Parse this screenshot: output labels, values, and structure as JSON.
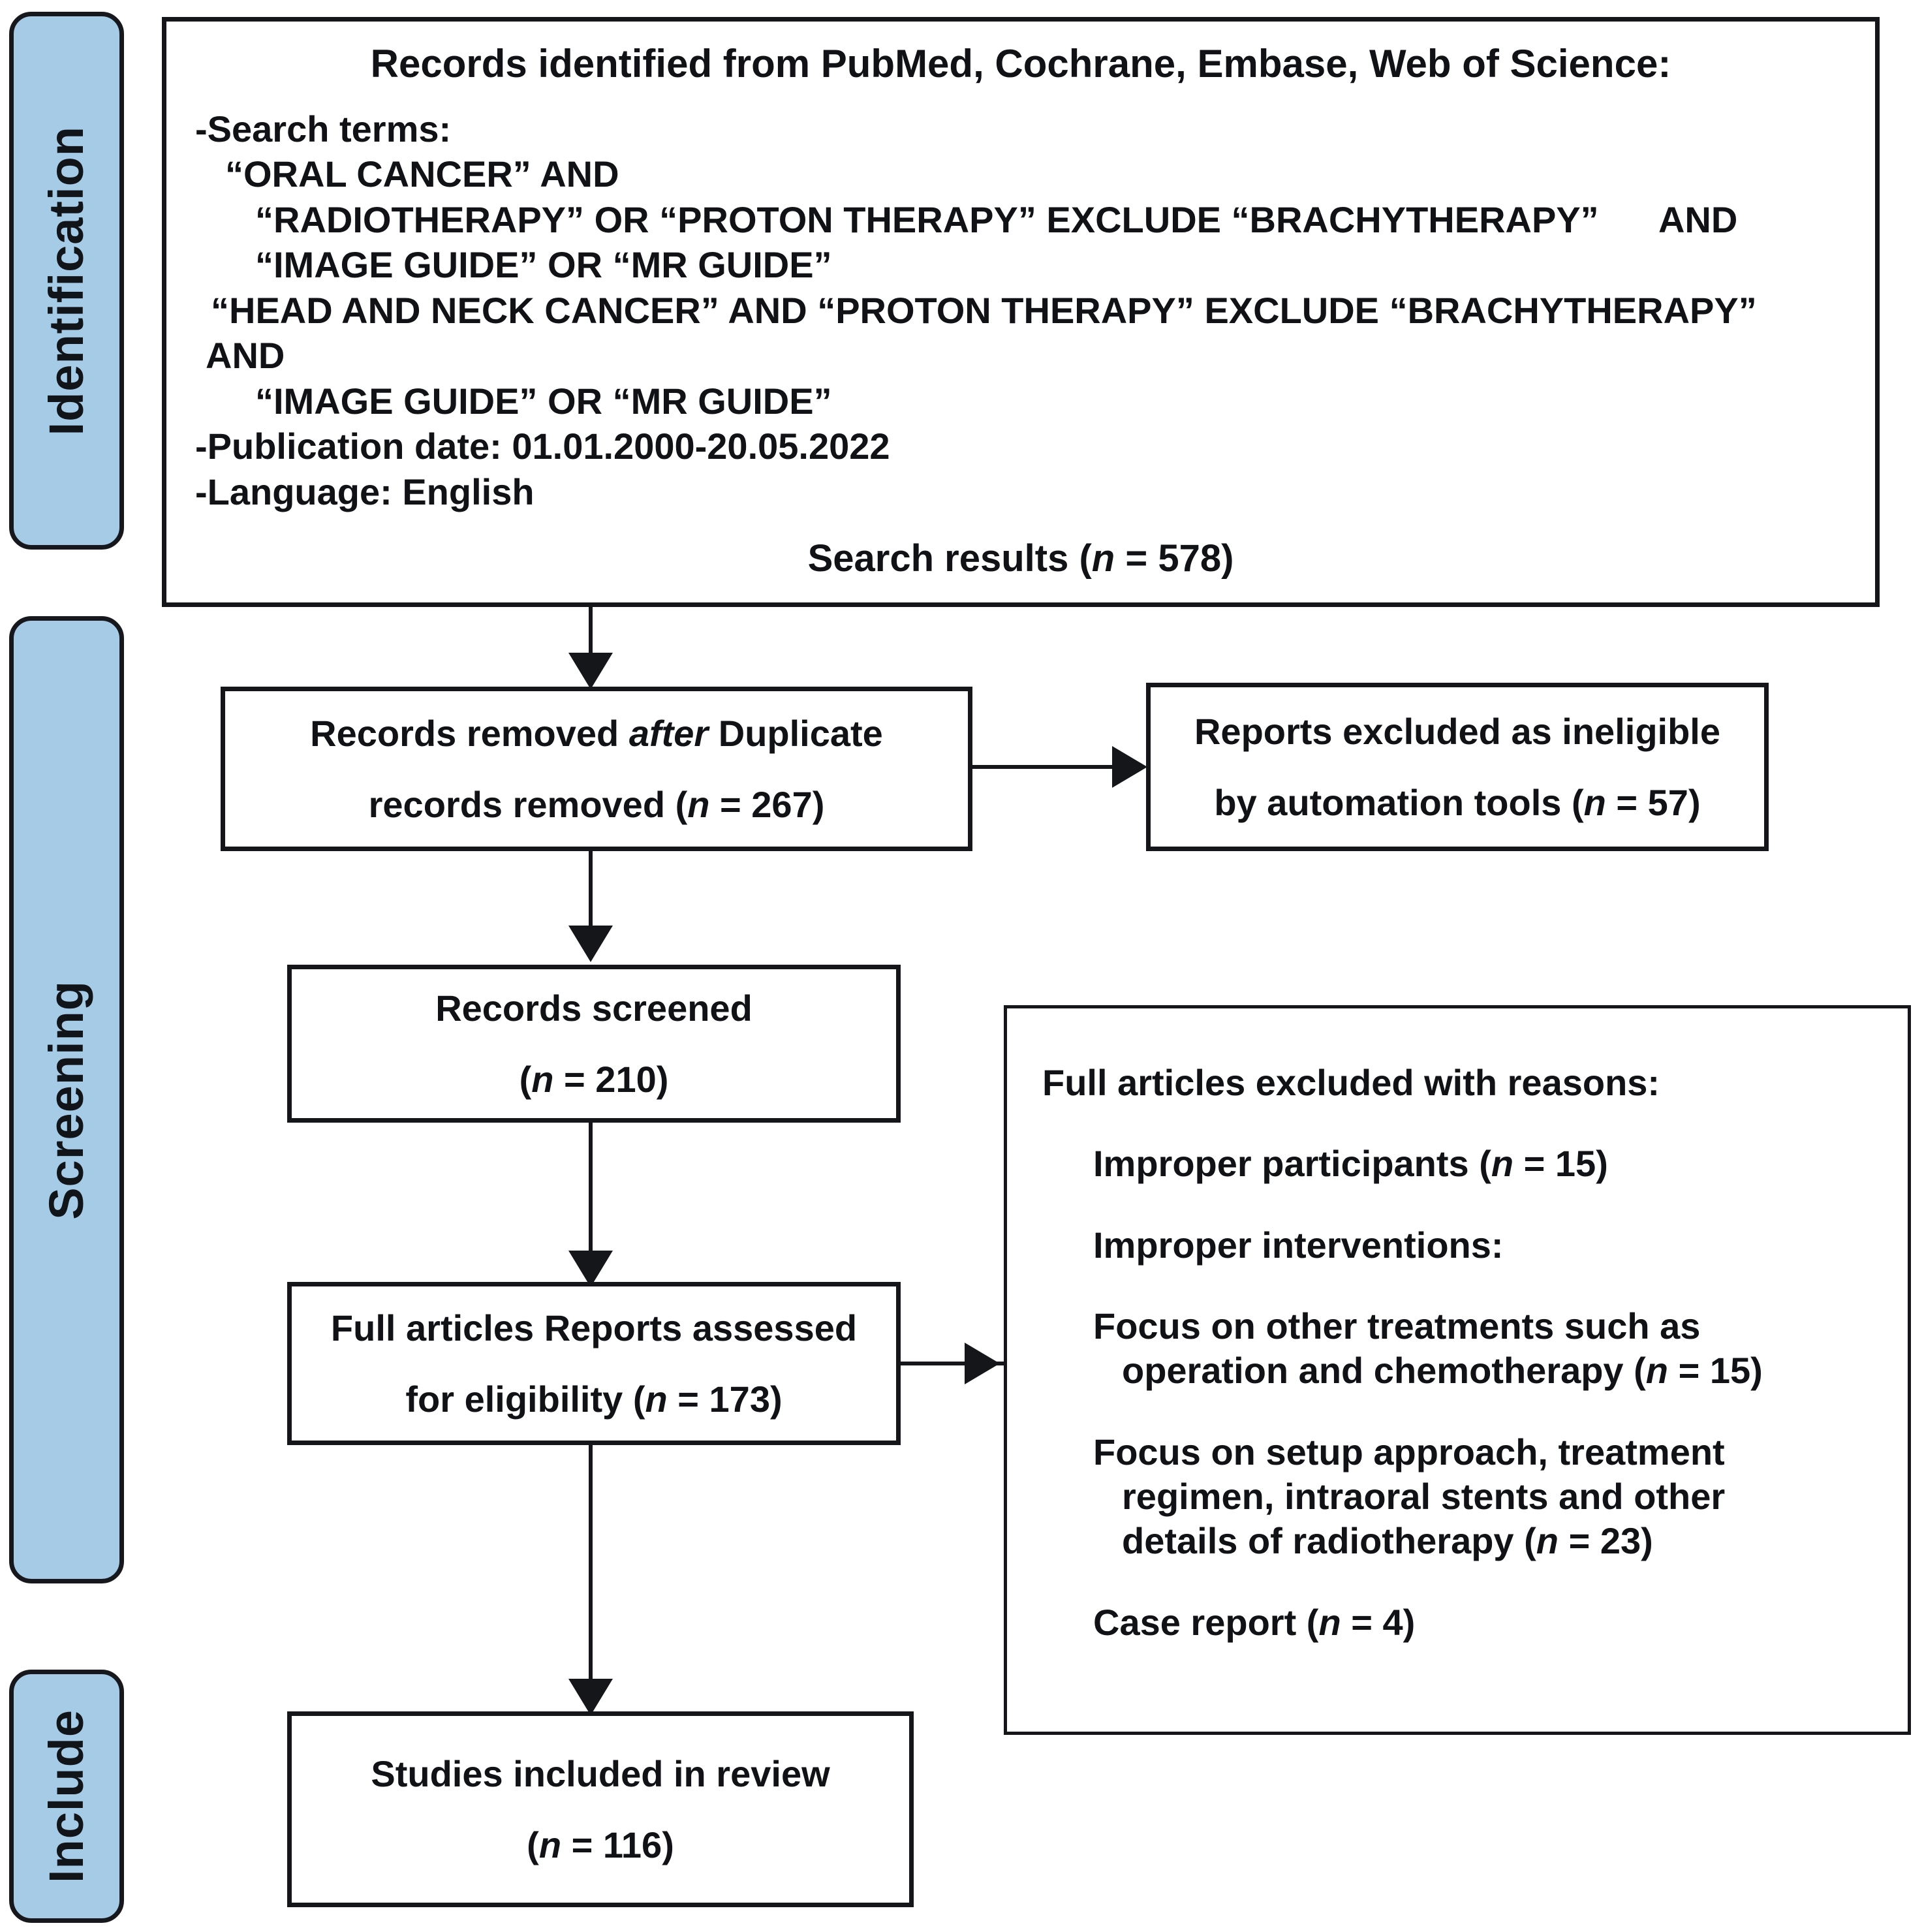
{
  "stages": [
    {
      "id": "identification",
      "label": "Identification"
    },
    {
      "id": "screening",
      "label": "Screening"
    },
    {
      "id": "include",
      "label": "Include"
    }
  ],
  "identification_box": {
    "title": "Records identified from PubMed, Cochrane, Embase, Web of Science:",
    "search_terms_heading": "-Search terms:",
    "search_terms": [
      "“ORAL CANCER” AND",
      "“RADIOTHERAPY” OR “PROTON THERAPY” EXCLUDE “BRACHYTHERAPY”      AND",
      "“IMAGE GUIDE” OR “MR GUIDE”",
      "“HEAD AND NECK CANCER” AND “PROTON THERAPY” EXCLUDE “BRACHYTHERAPY”",
      "AND",
      "“IMAGE GUIDE” OR “MR GUIDE”"
    ],
    "publication_date": "-Publication date: 01.01.2000-20.05.2022",
    "language": "-Language: English",
    "search_results_label": "Search results (",
    "search_results_n_symbol": "n",
    "search_results_value": " = 578)"
  },
  "duplicates_box": {
    "line1_a": "Records removed ",
    "line1_italic": "after",
    "line1_b": " Duplicate",
    "line2_a": "records removed (",
    "line2_n": "n",
    "line2_b": " = 267)"
  },
  "automation_box": {
    "line1": "Reports excluded as ineligible",
    "line2_a": "by automation tools (",
    "line2_n": "n",
    "line2_b": " = 57)"
  },
  "screened_box": {
    "line1": "Records screened",
    "line2_a": "(",
    "line2_n": "n",
    "line2_b": " = 210)"
  },
  "eligibility_box": {
    "line1": "Full articles Reports assessed",
    "line2_a": "for eligibility (",
    "line2_n": "n",
    "line2_b": " = 173)"
  },
  "excluded_reasons_box": {
    "heading": "Full articles excluded with reasons:",
    "item1_a": "Improper participants (",
    "item1_n": "n",
    "item1_b": " = 15)",
    "item2": "Improper interventions:",
    "item3_line1": "Focus on other treatments such as",
    "item3_line2_a": "operation and chemotherapy (",
    "item3_line2_n": "n",
    "item3_line2_b": " = 15)",
    "item4_line1": "Focus on setup approach, treatment",
    "item4_line2": "regimen, intraoral stents and other",
    "item4_line3_a": "details of radiotherapy (",
    "item4_line3_n": "n",
    "item4_line3_b": " = 23)",
    "item5_a": "Case report (",
    "item5_n": "n",
    "item5_b": " = 4)"
  },
  "included_box": {
    "line1": "Studies included in review",
    "line2_a": "(",
    "line2_n": "n",
    "line2_b": " = 116)"
  },
  "colors": {
    "stage_fill": "#a6cbe7",
    "stroke": "#14161a",
    "text": "#101216",
    "background": "#ffffff"
  }
}
